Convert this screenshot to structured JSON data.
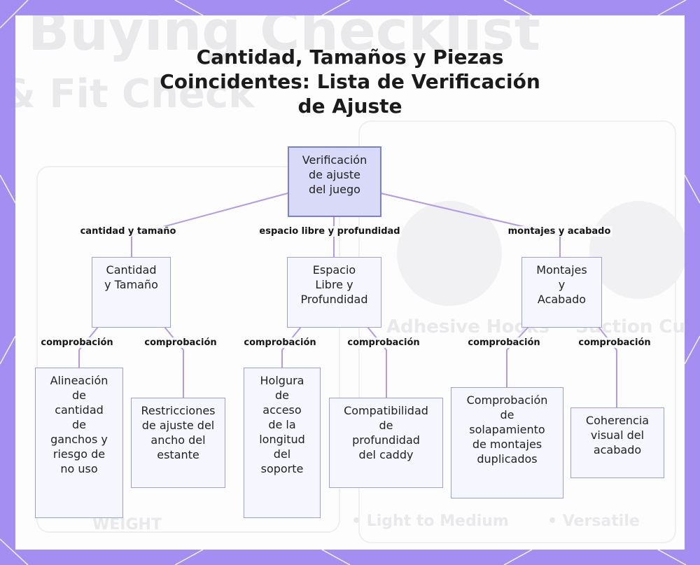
{
  "title": [
    "Cantidad, Tamaños y Piezas",
    "Coincidentes: Lista de Verificación",
    "de Ajuste"
  ],
  "background_text": {
    "heading_1": "Buying Checklist",
    "heading_2": "& Fit Check",
    "card_1": "Adhesive Hooks",
    "card_2": "Suction Cups",
    "bullet_1": "• Light to Medium",
    "bullet_2": "• Versatile",
    "footer": "WEIGHT"
  },
  "colors": {
    "frame": "#a58ef2",
    "edge": "#b39ae6",
    "node_fill": "#f6f6fe",
    "node_border": "#9f9fd8",
    "root_fill": "#d8daf8"
  },
  "nodes": {
    "root": "Verificación\nde ajuste\ndel juego",
    "quantity": "Cantidad\ny Tamaño",
    "clearance": "Espacio\nLibre y\nProfundidad",
    "mounts": "Montajes\ny\nAcabado",
    "hook_count": "Alineación\nde\ncantidad\nde\nganchos y\nriesgo de\nno uso",
    "shelf_width": "Restricciones\nde ajuste del\nancho del\nestante",
    "bracket_clearance": "Holgura\nde\nacceso\nde la\nlongitud\ndel\nsoporte",
    "caddy_depth": "Compatibilidad\nde\nprofundidad\ndel caddy",
    "mount_overlap": "Comprobación\nde\nsolapamiento\nde montajes\nduplicados",
    "finish_coherence": "Coherencia\nvisual del\nacabado"
  },
  "edge_labels": {
    "root_quantity": "cantidad y tamaño",
    "root_clearance": "espacio libre y profundidad",
    "root_mounts": "montajes y acabado",
    "quantity_hook": "comprobación",
    "quantity_shelf": "comprobación",
    "clearance_bracket": "comprobación",
    "clearance_caddy": "comprobación",
    "mounts_overlap": "comprobación",
    "mounts_finish": "comprobación"
  }
}
